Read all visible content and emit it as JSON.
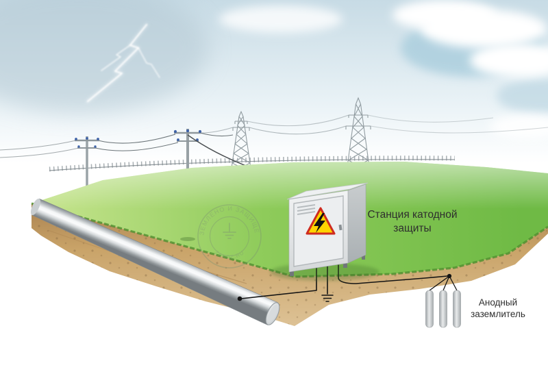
{
  "diagram": {
    "station_label_line1": "Станция катодной",
    "station_label_line2": "защиты",
    "anode_label_line1": "Анодный",
    "anode_label_line2": "заземлитель"
  },
  "watermark": {
    "arc_text_top": "ЗАЗЕМЛЕНО И ЗАЩИЩЕНО",
    "arc_text_bottom": "ZANDZ.RU"
  },
  "icons": {
    "warning_sign": "high-voltage-warning-icon",
    "ground_symbol": "ground-icon",
    "lightning": "lightning-icon"
  },
  "colors": {
    "sky_top": "#c7dbe5",
    "sky_mid": "#e9f2f6",
    "grass_light": "#c2e28a",
    "grass_mid": "#8ecb5a",
    "grass_dark": "#6fba45",
    "soil_light": "#dec397",
    "soil_mid": "#c9a368",
    "soil_dark": "#ab8351",
    "pipe_light": "#f4f6f7",
    "pipe_dark": "#7f868a",
    "cabinet_light": "#f2f3f4",
    "cabinet_dark": "#aab0b3",
    "warning_yellow": "#ffd400",
    "warning_red": "#cf2b1f",
    "wire_black": "#141414",
    "label_text": "#2e2e2e",
    "insulator_blue": "#3f63a8",
    "watermark_green": "#7d9471"
  }
}
